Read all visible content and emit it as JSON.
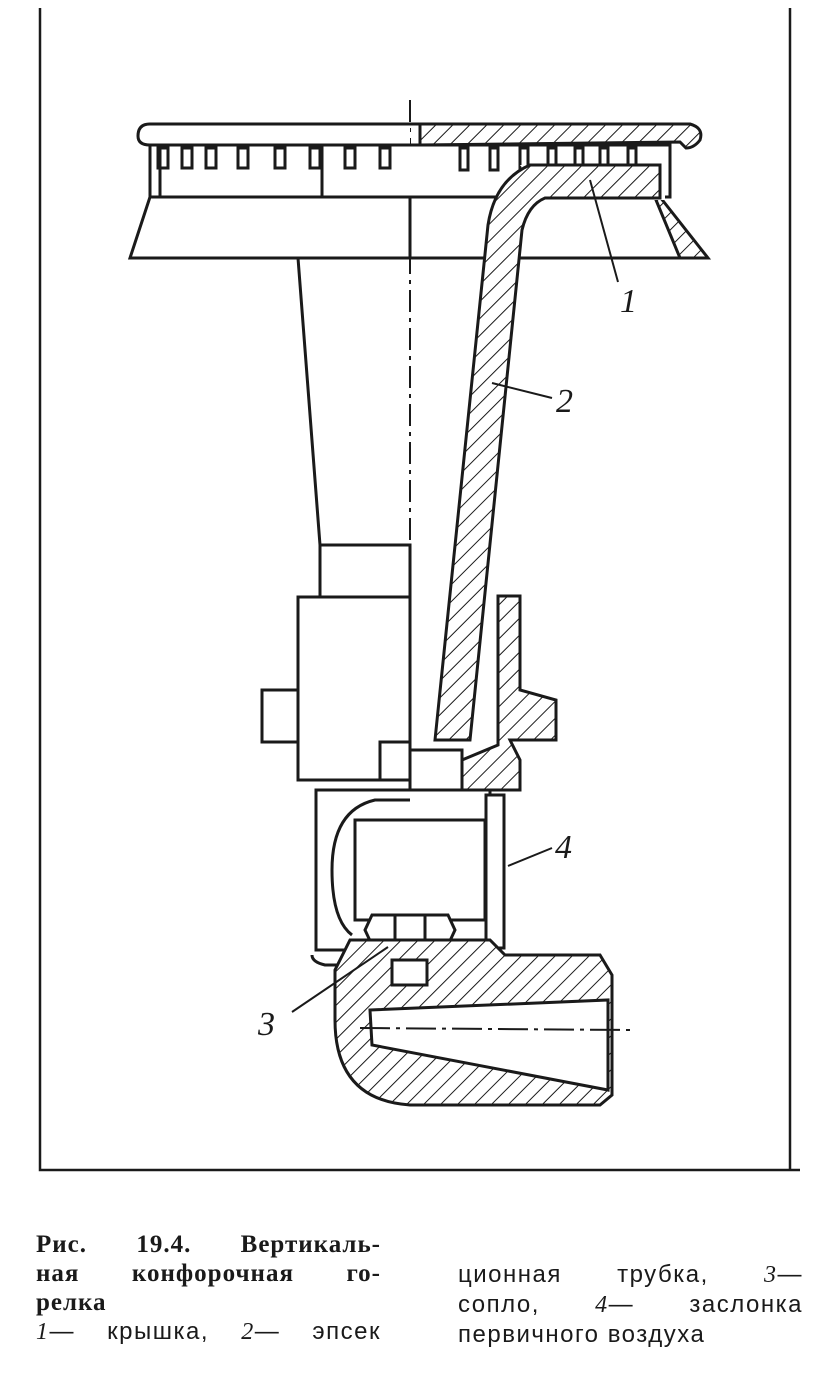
{
  "figure": {
    "callouts": [
      {
        "id": "1",
        "label": "1"
      },
      {
        "id": "2",
        "label": "2"
      },
      {
        "id": "3",
        "label": "3"
      },
      {
        "id": "4",
        "label": "4"
      }
    ]
  },
  "caption": {
    "title_line1": "Рис. 19.4. Вертикаль-",
    "title_line2": "ная конфорочная го-",
    "title_line3": "релка",
    "legend_line1_num1": "1",
    "legend_line1_text1": "— крышка,",
    "legend_line1_num2": "2",
    "legend_line1_text2": "— эпсек",
    "legend_line2_text1": "ционная трубка,",
    "legend_line2_num1": "3",
    "legend_line2_text2": "—",
    "legend_line3_text1": "сопло,",
    "legend_line3_num1": "4",
    "legend_line3_text2": "— заслонка",
    "legend_line4_text1": "первичного воздуха"
  }
}
